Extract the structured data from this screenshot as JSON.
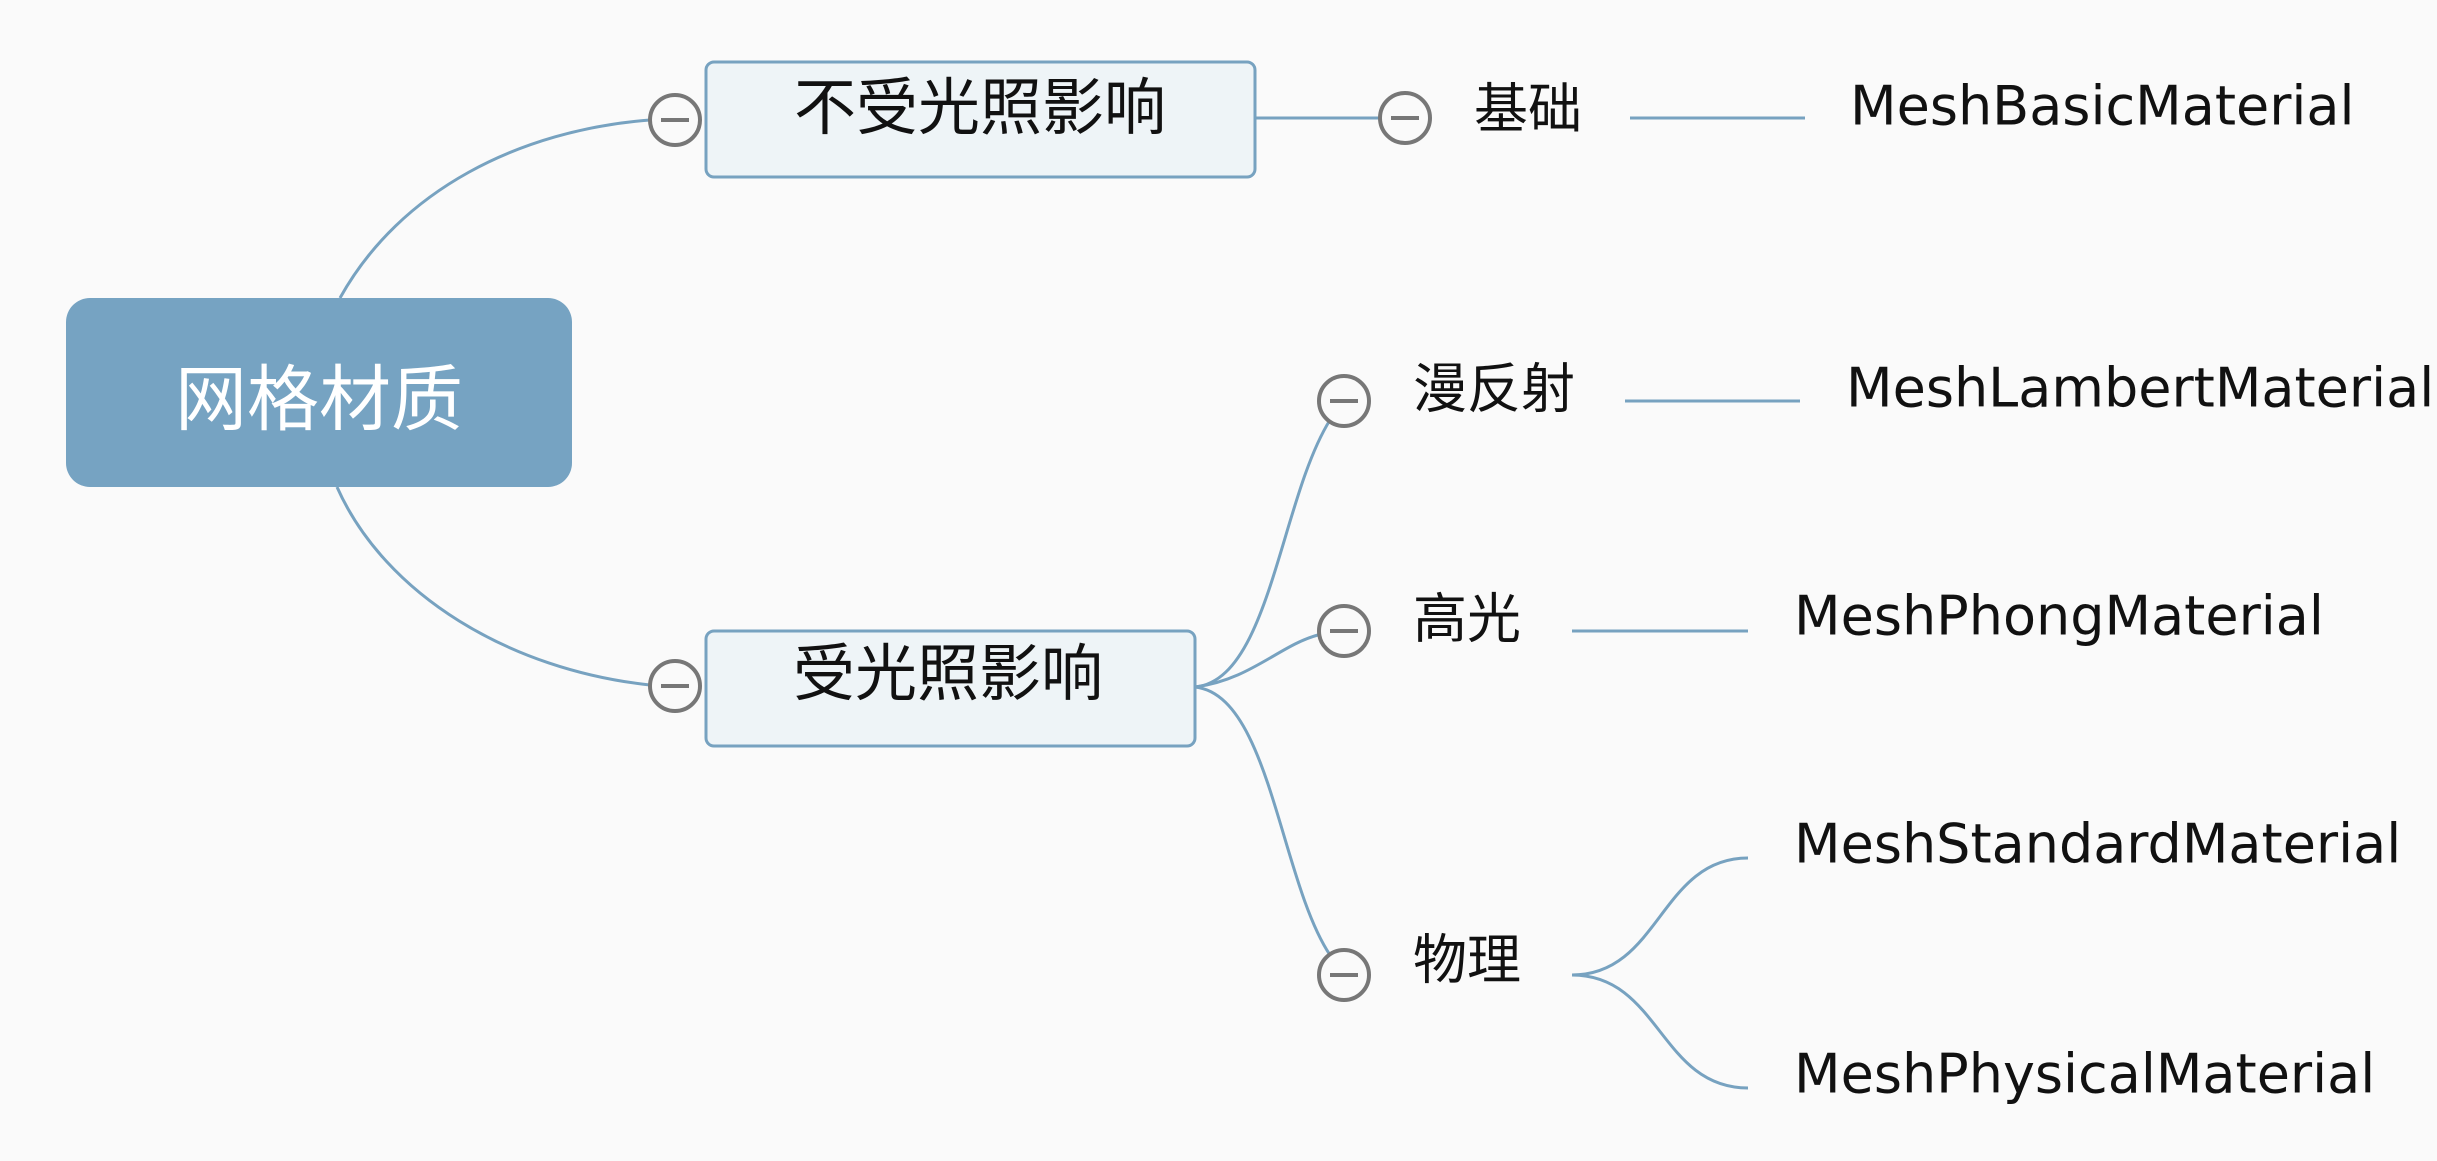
{
  "root": {
    "label": "网格材质",
    "color": "#76a3c2"
  },
  "branches": [
    {
      "label": "不受光照影响",
      "children": [
        {
          "label": "基础",
          "materials": [
            "MeshBasicMaterial"
          ]
        }
      ]
    },
    {
      "label": "受光照影响",
      "children": [
        {
          "label": "漫反射",
          "materials": [
            "MeshLambertMaterial"
          ]
        },
        {
          "label": "高光",
          "materials": [
            "MeshPhongMaterial"
          ]
        },
        {
          "label": "物理",
          "materials": [
            "MeshStandardMaterial",
            "MeshPhysicalMaterial"
          ]
        }
      ]
    }
  ],
  "collapse_icon": "minus-circle-icon",
  "line_color": "#77a2c0",
  "branch_fill": "#eef4f7"
}
